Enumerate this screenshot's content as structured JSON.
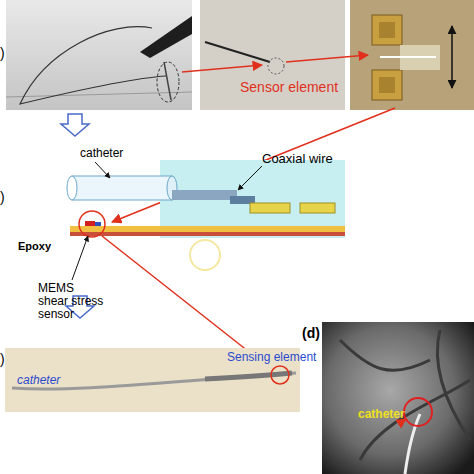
{
  "diagram": {
    "nodes": [
      {
        "text": [
          "Sensor element"
        ]
      },
      {
        "text": [
          "catheter",
          "Sensing element"
        ]
      },
      {
        "text": [
          "(d)",
          "catheter"
        ]
      }
    ],
    "labels": [
      ")",
      "catheter",
      "Coaxial wire",
      "Epoxy",
      "MEMS shear stress sensor",
      ")",
      ")"
    ]
  }
}
